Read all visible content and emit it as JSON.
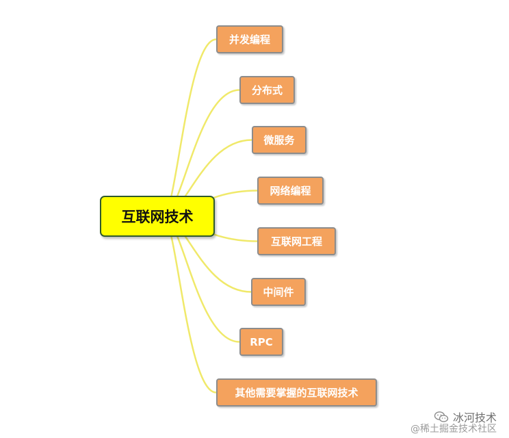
{
  "mindmap": {
    "root": {
      "label": "互联网技术"
    },
    "branches": [
      {
        "label": "并发编程"
      },
      {
        "label": "分布式"
      },
      {
        "label": "微服务"
      },
      {
        "label": "网络编程"
      },
      {
        "label": "互联网工程"
      },
      {
        "label": "中间件"
      },
      {
        "label": "RPC"
      },
      {
        "label": "其他需要掌握的互联网技术"
      }
    ]
  },
  "watermark": {
    "account": "冰河技术",
    "source": "@稀土掘金技术社区",
    "icon": "wechat-icon"
  },
  "colors": {
    "root_fill": "#ffff00",
    "root_border": "#2f5a2b",
    "branch_fill": "#f4a25d",
    "branch_border": "#8c8c8c",
    "branch_text": "#ffffff",
    "connector": "#f0e96a"
  }
}
